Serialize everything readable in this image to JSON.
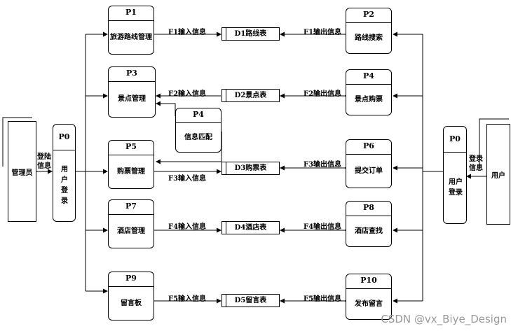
{
  "processes": {
    "p1": {
      "id": "P1",
      "name": "旅游路线管理"
    },
    "p2": {
      "id": "P2",
      "name": "路线搜索"
    },
    "p3": {
      "id": "P3",
      "name": "景点管理"
    },
    "p4a": {
      "id": "P4",
      "name": "景点购票"
    },
    "p4b": {
      "id": "P4",
      "name": "信息匹配"
    },
    "p5": {
      "id": "P5",
      "name": "购票管理"
    },
    "p6": {
      "id": "P6",
      "name": "提交订单"
    },
    "p7": {
      "id": "P7",
      "name": "酒店管理"
    },
    "p8": {
      "id": "P8",
      "name": "酒店查找"
    },
    "p9": {
      "id": "P9",
      "name": "留言板"
    },
    "p10": {
      "id": "P10",
      "name": "发布留言"
    },
    "p0_admin": {
      "id": "P0",
      "name": "用户登录"
    },
    "p0_user": {
      "id": "P0",
      "name": "用户登录"
    }
  },
  "datastores": {
    "d1": "D1路线表",
    "d2": "D2景点表",
    "d3": "D3购票表",
    "d4": "D4酒店表",
    "d5": "D5留言表"
  },
  "entities": {
    "admin": "管理员",
    "user": "用户"
  },
  "flows": {
    "admin_login": "登陆信息",
    "user_login": "登录信息",
    "f1_in": "F1输入信息",
    "f1_out": "F1输出信息",
    "f2_in": "F2输入信息",
    "f2_out": "F2输出信息",
    "f3_in": "F3输入信息",
    "f3_out": "F3输出信息",
    "f4_in": "F4输入信息",
    "f4_out": "F4输出信息",
    "f5_in": "F5输入信息",
    "f5_out": "F5输出信息"
  },
  "watermark": "CSDN @vx_Biye_Design"
}
